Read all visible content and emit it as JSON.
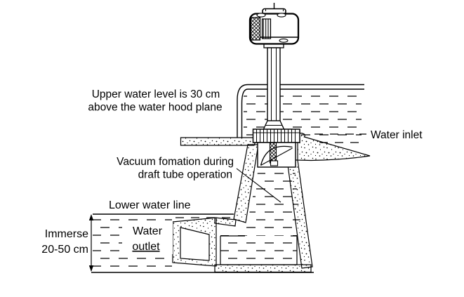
{
  "diagram": {
    "labels": {
      "upper_water_level_line1": "Upper water level is 30 cm",
      "upper_water_level_line2": "above the water hood plane",
      "water_inlet": "Water inlet",
      "vacuum_line1": "Vacuum fomation during",
      "vacuum_line2": "draft tube operation",
      "lower_water_line": "Lower water line",
      "immerse_line1": "Immerse",
      "immerse_line2": "20-50 cm",
      "water_outlet_line1": "Water",
      "water_outlet_line2": "outlet"
    },
    "colors": {
      "ink": "#000000",
      "paper": "#ffffff"
    }
  }
}
